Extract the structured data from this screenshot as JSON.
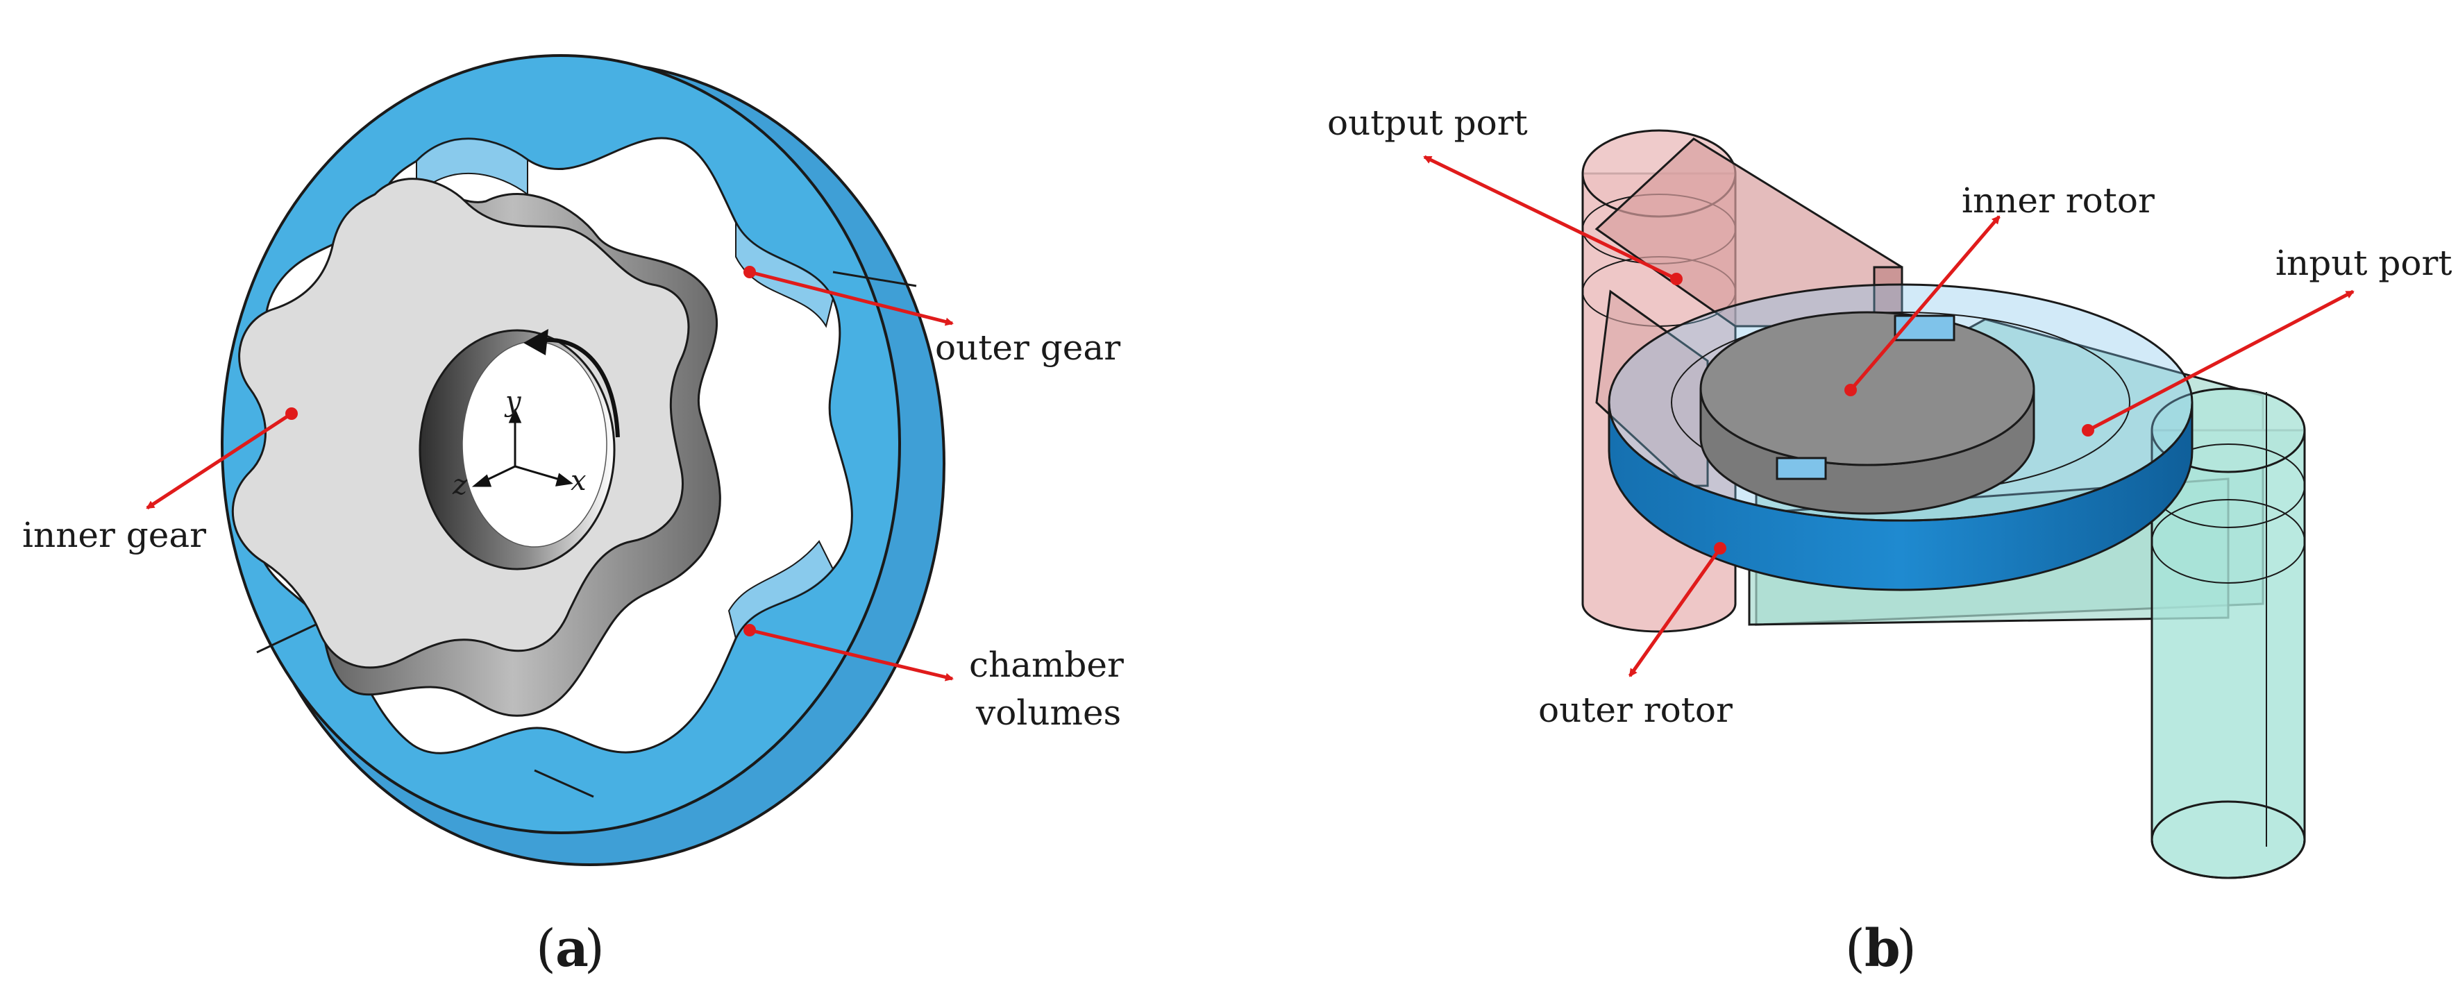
{
  "panels": [
    {
      "id": "a",
      "caption_letter": "a",
      "labels": {
        "outer_gear": "outer gear",
        "inner_gear": "inner gear",
        "chamber_line1": "chamber",
        "chamber_line2": "volumes"
      },
      "axes": {
        "x": "x",
        "y": "y",
        "z": "z"
      }
    },
    {
      "id": "b",
      "caption_letter": "b",
      "labels": {
        "output_port": "output port",
        "inner_rotor": "inner rotor",
        "input_port": "input port",
        "outer_rotor": "outer rotor"
      }
    }
  ],
  "colors": {
    "gear_blue": "#48b0e3",
    "gear_blue_dark": "#2a8cc4",
    "inner_gear_gray": "#dcdcdc",
    "bore_dark": "#4a4a4a",
    "leader_red": "#e01b1b",
    "output_port_fill": "#e8b4b4",
    "input_port_fill": "#a8dcd0",
    "outer_rotor_blue": "#1f8ad0",
    "inner_rotor_gray": "#8c8c8c",
    "outline": "#1a1a1a"
  }
}
